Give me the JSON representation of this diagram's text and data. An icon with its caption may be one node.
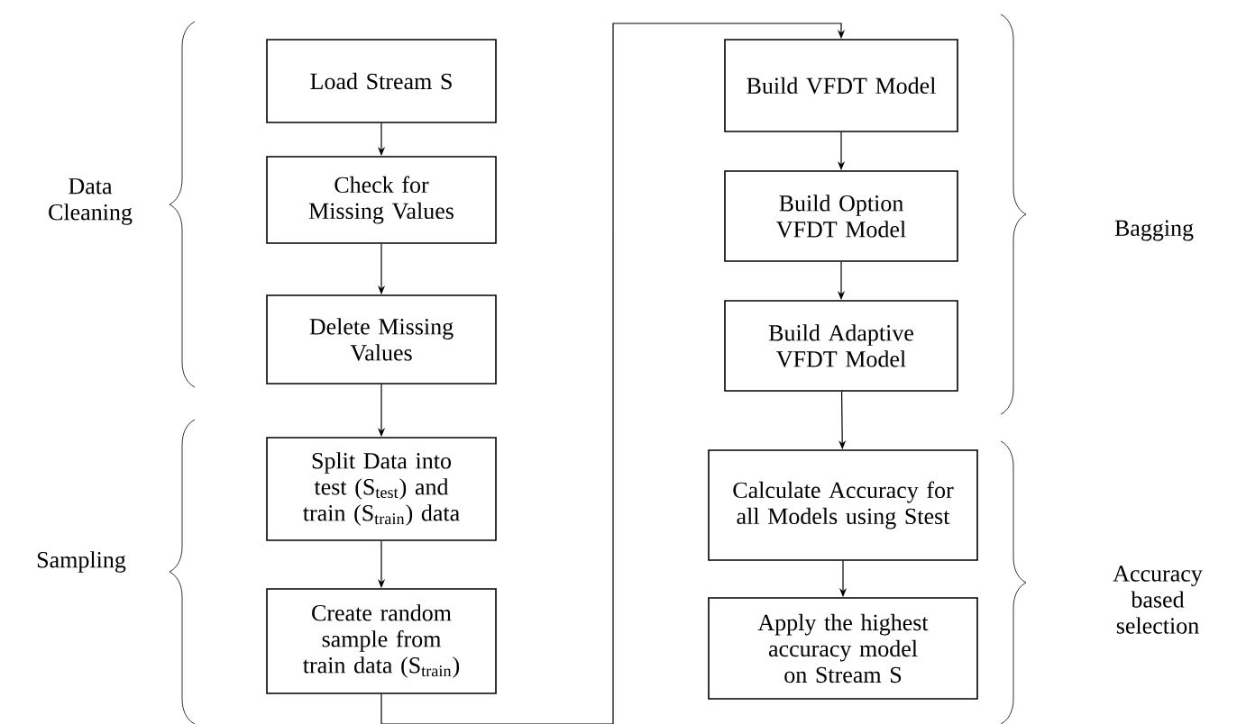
{
  "diagram": {
    "nodes": [
      {
        "text": [
          "Load Stream S"
        ]
      },
      {
        "text": [
          "Check for Missing Values"
        ]
      },
      {
        "text": [
          "Delete Missing Values"
        ]
      },
      {
        "text": [
          "Split Data into test (S$_{test}$) and train (S$_{train}$) data"
        ]
      },
      {
        "text": [
          "Create random sample from train data (S$_{train}$)"
        ]
      },
      {
        "text": [
          "Build VFDT Model"
        ]
      },
      {
        "text": [
          "Build Option VFDT Model"
        ]
      },
      {
        "text": [
          "Build Adaptive VFDT Model"
        ]
      },
      {
        "text": [
          "Calculate Accuracy for all Models using Stest"
        ]
      },
      {
        "text": [
          "Apply the highest accuracy model on Stream S"
        ]
      }
    ],
    "edges": [
      {
        "from": 0,
        "to": 1,
        "arrow": "to"
      },
      {
        "from": 1,
        "to": 2,
        "arrow": "to"
      },
      {
        "from": 2,
        "to": 3,
        "arrow": "to"
      },
      {
        "from": 3,
        "to": 4,
        "arrow": "to"
      },
      {
        "from": 4,
        "to": 5,
        "arrow": "to"
      },
      {
        "from": 5,
        "to": 6,
        "arrow": "to"
      },
      {
        "from": 6,
        "to": 7,
        "arrow": "to"
      },
      {
        "from": 7,
        "to": 8,
        "arrow": "to"
      },
      {
        "from": 8,
        "to": 9,
        "arrow": "to"
      }
    ],
    "labels": [
      "Data Cleaning",
      "Bagging",
      "Sampling",
      "Accuracy based selection"
    ]
  }
}
